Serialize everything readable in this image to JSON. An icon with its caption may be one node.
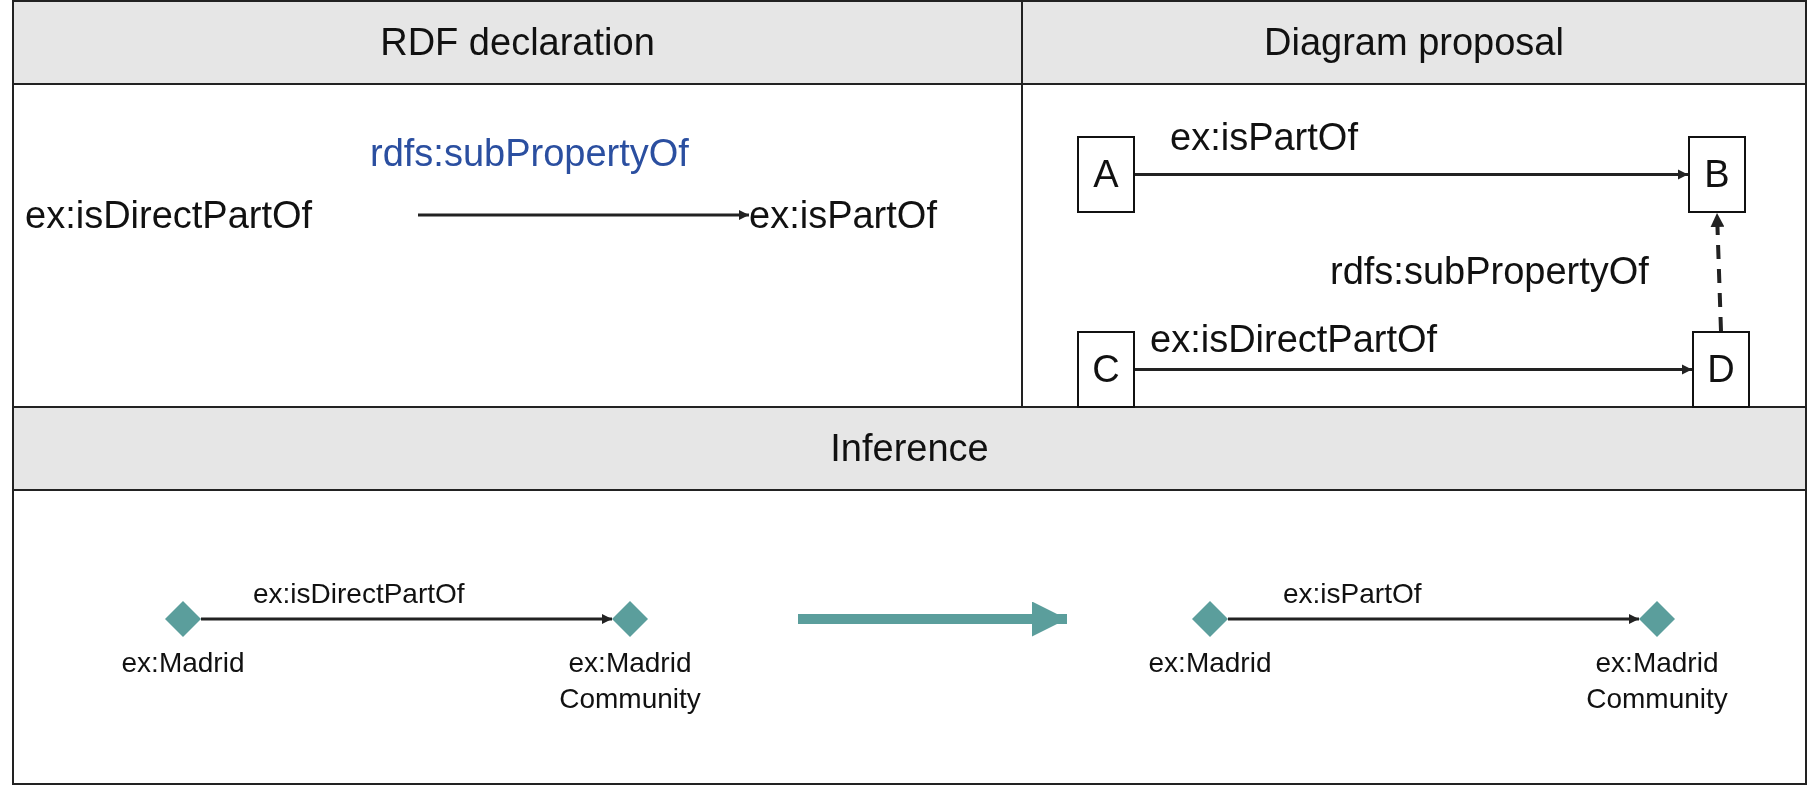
{
  "diagram": {
    "nodes": [
      {
        "text": [
          "RDF declaration"
        ]
      },
      {
        "text": [
          "ex:isDirectPartOf"
        ],
        "in": 0
      },
      {
        "text": [
          "ex:isPartOf"
        ],
        "in": 0
      },
      {
        "text": [
          "Diagram proposal"
        ]
      },
      {
        "text": [
          "A"
        ],
        "in": 3
      },
      {
        "text": [
          "B"
        ],
        "in": 3
      },
      {
        "text": [
          "C"
        ],
        "in": 3
      },
      {
        "text": [
          "D"
        ],
        "in": 3
      },
      {
        "text": [
          "Inference"
        ]
      },
      {
        "text": [],
        "shape": "diamond",
        "beside": [
          "ex:Madrid"
        ],
        "in": 8
      },
      {
        "text": [],
        "shape": "diamond",
        "beside": [
          "ex:Madrid Community"
        ],
        "in": 8
      },
      {
        "text": [],
        "shape": "diamond",
        "beside": [
          "ex:Madrid"
        ],
        "in": 8
      },
      {
        "text": [],
        "shape": "diamond",
        "beside": [
          "ex:Madrid Community"
        ],
        "in": 8
      }
    ],
    "edges": [
      {
        "from": 1,
        "to": 2,
        "arrow": "to",
        "label": "rdfs:subPropertyOf"
      },
      {
        "from": 4,
        "to": 5,
        "arrow": "to",
        "label": "ex:isPartOf"
      },
      {
        "from": 6,
        "to": 7,
        "arrow": "to",
        "label": "ex:isDirectPartOf"
      },
      {
        "from": 7,
        "to": 5,
        "arrow": "to",
        "label": "rdfs:subPropertyOf",
        "style": "dashed"
      },
      {
        "from": 9,
        "to": 10,
        "arrow": "to",
        "label": "ex:isDirectPartOf"
      },
      {
        "from": 11,
        "to": 12,
        "arrow": "to",
        "label": "ex:isPartOf"
      },
      {
        "from": 10,
        "to": 11,
        "arrow": "to",
        "style": "thick",
        "color": "#5b9e9c"
      }
    ]
  }
}
